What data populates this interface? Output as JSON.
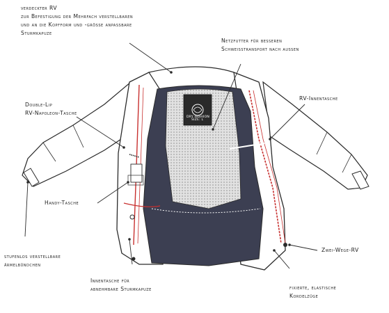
{
  "labels": {
    "hood": [
      "verdeckter RV",
      "zur Befestigung der Mehrfach verstellbaren",
      "und an die Kopfform und -grösse anpassbare",
      "Sturmkapuze"
    ],
    "mesh": [
      "Netzfutter für besseren",
      "Schweisstransport nach aussen"
    ],
    "napoleon": [
      "Double-Lip",
      "RV-Napoleon-Tasche"
    ],
    "inner_zip_pocket": [
      "RV-Innentasche"
    ],
    "phone": [
      "Handy-Tasche"
    ],
    "cuffs": [
      "stufenlos verstellbare",
      "ärmelbündchen"
    ],
    "two_way": [
      "Zwei-Wege-RV"
    ],
    "hood_pocket": [
      "Innentasche für",
      "abnehmbare Sturmkapuze"
    ],
    "cords": [
      "fixierte, elastische",
      "Kordelzüge"
    ]
  },
  "tag": {
    "brand": "DRY FASHION",
    "size": "SIZE: L"
  },
  "colors": {
    "lining": "#3c3f52",
    "mesh": "#d8d8d8",
    "shell": "#ffffff",
    "accent": "#c8302f",
    "outline": "#2a2a2a"
  }
}
